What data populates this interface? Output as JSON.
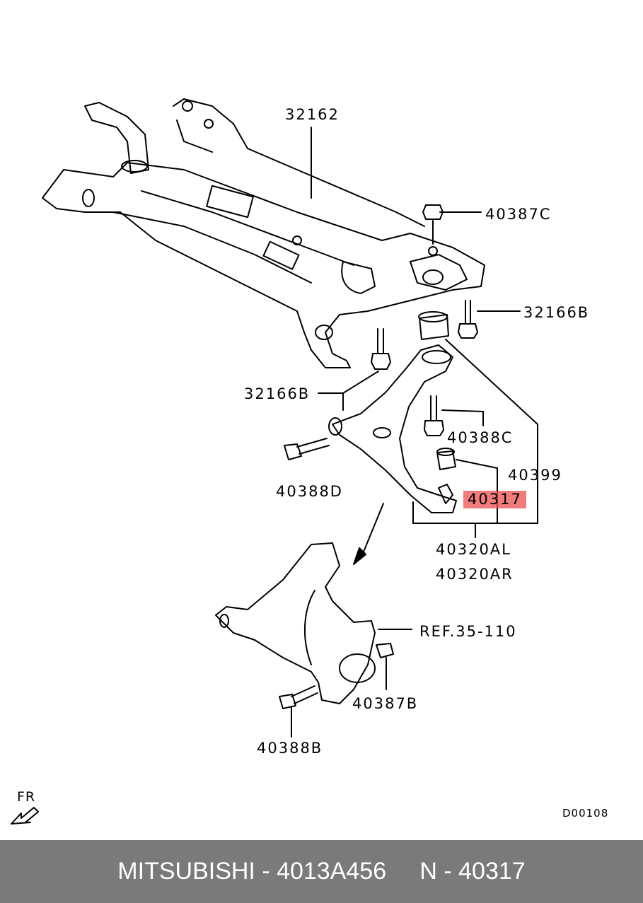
{
  "diagram": {
    "part_labels": {
      "p32162": "32162",
      "p40387c": "40387C",
      "p32166b_right": "32166B",
      "p32166b_left": "32166B",
      "p40388c": "40388C",
      "p40399": "40399",
      "p40388d": "40388D",
      "p40317": "40317",
      "p40320al": "40320AL",
      "p40320ar": "40320AR",
      "ref": "REF.35-110",
      "p40387b": "40387B",
      "p40388b": "40388B"
    },
    "highlight_color": "#EB5050",
    "orientation_label": "FR",
    "drawing_code": "D00108"
  },
  "footer": {
    "brand_part": "MITSUBISHI - 4013A456",
    "ref_number": "N - 40317"
  }
}
